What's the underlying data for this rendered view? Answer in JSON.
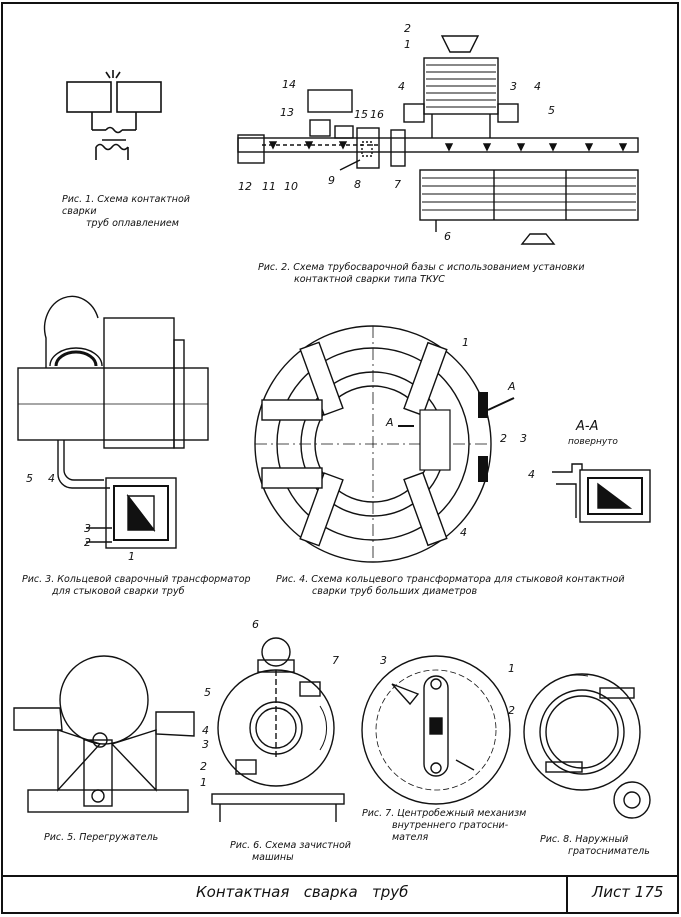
{
  "sheet": {
    "title": "Контактная   сварка   труб",
    "sheet_label": "Лист 175"
  },
  "figures": {
    "fig1": {
      "caption": [
        "Рис. 1. Схема контактной сварки",
        "труб оплавлением"
      ]
    },
    "fig2": {
      "caption": [
        "Рис. 2. Схема трубосварочной базы с использованием установки",
        "контактной сварки типа ТКУС"
      ],
      "labels": [
        "1",
        "2",
        "3",
        "4",
        "4",
        "5",
        "6",
        "7",
        "8",
        "9",
        "10",
        "11",
        "12",
        "13",
        "14",
        "15",
        "16"
      ]
    },
    "fig3": {
      "caption": [
        "Рис. 3. Кольцевой сварочный трансформатор",
        "для стыковой сварки труб"
      ],
      "labels": [
        "1",
        "2",
        "3",
        "4",
        "5"
      ]
    },
    "fig4": {
      "caption": [
        "Рис. 4. Схема кольцевого трансформатора для стыковой контактной",
        "сварки труб больших диаметров"
      ],
      "labels": [
        "1",
        "2",
        "3",
        "4",
        "A",
        "A"
      ],
      "section_title": "А-А",
      "section_note": "повернуто",
      "section_labels": [
        "4"
      ]
    },
    "fig5": {
      "caption": [
        "Рис. 5. Перегружатель"
      ]
    },
    "fig6": {
      "caption": [
        "Рис. 6. Схема зачистной",
        "машины"
      ],
      "labels": [
        "1",
        "2",
        "3",
        "4",
        "5",
        "6",
        "7"
      ]
    },
    "fig7": {
      "caption": [
        "Рис. 7. Центробежный механизм",
        "внутреннего гратосни-",
        "мателя"
      ],
      "labels": [
        "1",
        "2",
        "3"
      ]
    },
    "fig8": {
      "caption": [
        "Рис. 8. Наружный",
        "гратосниматель"
      ]
    }
  }
}
